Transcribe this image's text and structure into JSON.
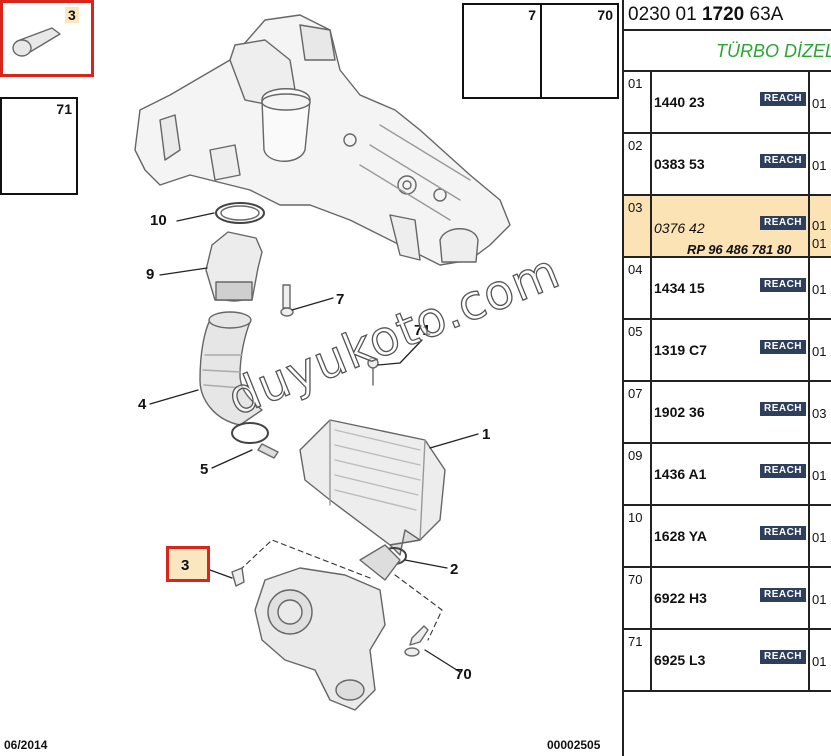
{
  "diagram": {
    "callouts": {
      "n10": "10",
      "n9": "9",
      "n7": "7",
      "n71": "71",
      "n4": "4",
      "n1": "1",
      "n5": "5",
      "n2": "2",
      "n3": "3",
      "n70": "70"
    },
    "thumbs": {
      "t3": "3",
      "t71": "71",
      "t7": "7",
      "t70": "70"
    },
    "watermark": "duyukoto.com",
    "footer_date": "06/2014",
    "footer_code": "00002505",
    "highlight_color": "#d9261c",
    "highlight_fill": "#fbe7bf"
  },
  "panel": {
    "header_part1": "0230 01 ",
    "header_bold": "1720",
    "header_part2": " 63A",
    "subtitle": "TÜRBO DİZEL",
    "rows": [
      {
        "idx": "01",
        "code": "1440 23",
        "badge": "REACH",
        "qty": "01"
      },
      {
        "idx": "02",
        "code": "0383 53",
        "badge": "REACH",
        "qty": "01"
      },
      {
        "idx": "03",
        "code": "0376 42",
        "badge": "REACH",
        "qty": "01",
        "qty2": "01",
        "ref": "RP 96 486 781 80"
      },
      {
        "idx": "04",
        "code": "1434 15",
        "badge": "REACH",
        "qty": "01"
      },
      {
        "idx": "05",
        "code": "1319 C7",
        "badge": "REACH",
        "qty": "01"
      },
      {
        "idx": "07",
        "code": "1902 36",
        "badge": "REACH",
        "qty": "03"
      },
      {
        "idx": "09",
        "code": "1436 A1",
        "badge": "REACH",
        "qty": "01"
      },
      {
        "idx": "10",
        "code": "1628 YA",
        "badge": "REACH",
        "qty": "01"
      },
      {
        "idx": "70",
        "code": "6922 H3",
        "badge": "REACH",
        "qty": "01"
      },
      {
        "idx": "71",
        "code": "6925 L3",
        "badge": "REACH",
        "qty": "01"
      }
    ],
    "selected_color": "#fbe3b6",
    "badge_color": "#2e3f5c",
    "subtitle_color": "#2aa632"
  }
}
